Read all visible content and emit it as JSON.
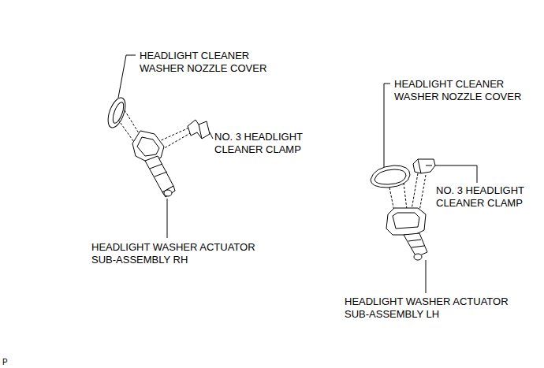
{
  "diagram": {
    "labels": [
      "HEADLIGHT CLEANER WASHER NOZZLE COVER",
      "NO. 3 HEADLIGHT CLEANER CLAMP",
      "HEADLIGHT WASHER ACTUATOR SUB-ASSEMBLY RH",
      "HEADLIGHT CLEANER WASHER NOZZLE COVER",
      "NO. 3 HEADLIGHT CLEANER CLAMP",
      "HEADLIGHT WASHER ACTUATOR SUB-ASSEMBLY LH",
      "P"
    ]
  }
}
